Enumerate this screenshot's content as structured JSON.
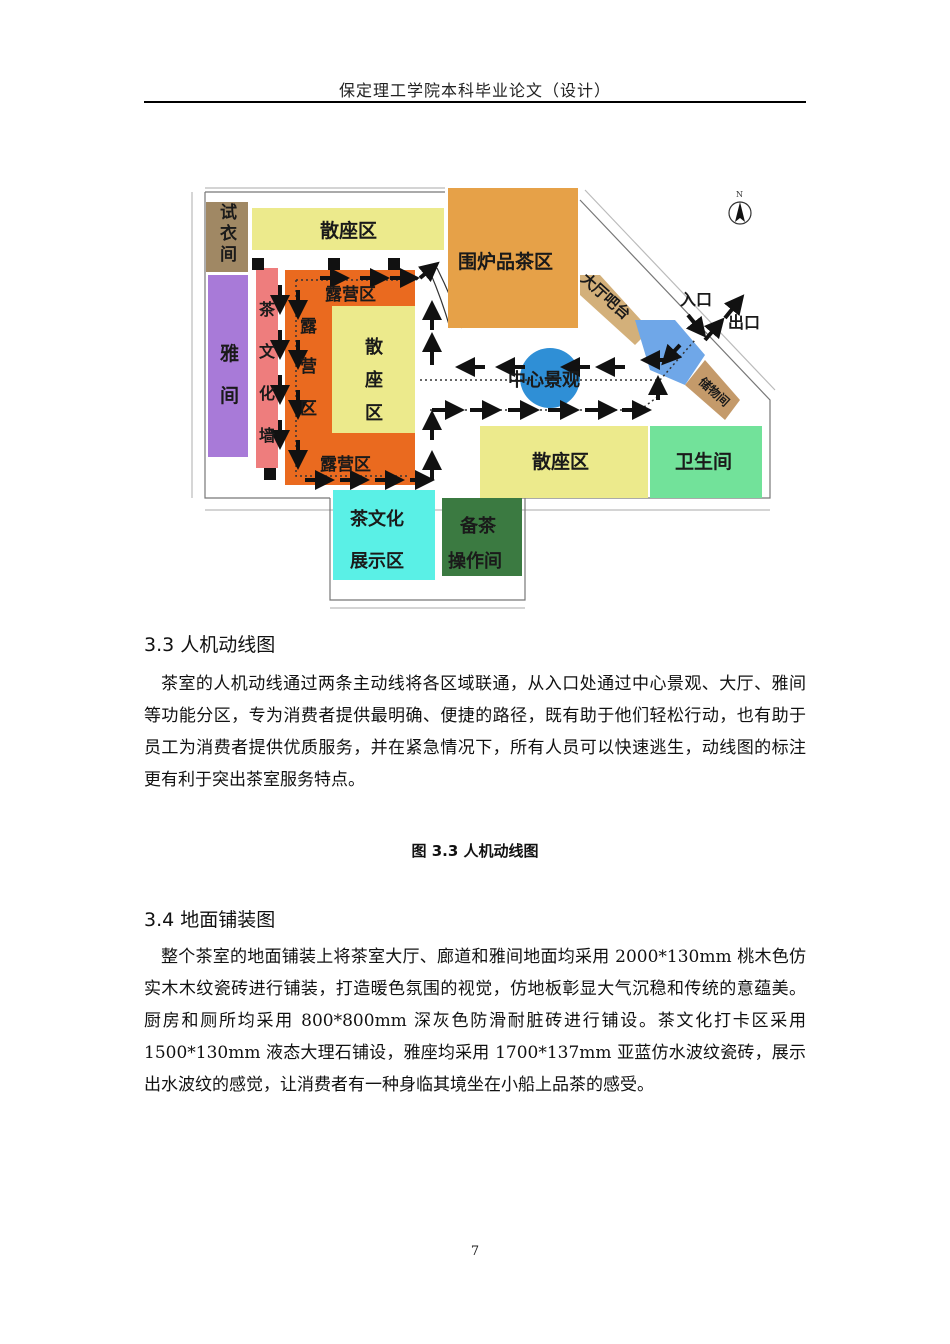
{
  "header": {
    "title": "保定理工学院本科毕业论文（设计）"
  },
  "figure": {
    "compass_letter": "N",
    "areas": {
      "fitting_room": [
        "试",
        "衣",
        "间"
      ],
      "sanzuo_top": "散座区",
      "stove_tea": "围炉品茶区",
      "yajian": [
        "雅",
        "间"
      ],
      "tea_culture_wall": [
        "茶",
        "文",
        "化",
        "墙"
      ],
      "camp_top": "露营区",
      "camp_left": [
        "露",
        "营",
        "区"
      ],
      "sanzuo_center": [
        "散",
        "座",
        "区"
      ],
      "camp_bottom": "露营区",
      "hall_bar": "大厅吧台",
      "entrance": "入口",
      "exit": "出口",
      "central_landscape": "中心景观",
      "storage": "储物间",
      "sanzuo_right": "散座区",
      "restroom": "卫生间",
      "tea_display": [
        "茶文化",
        "展示区"
      ],
      "tea_prep": [
        "备茶",
        "操作间"
      ]
    }
  },
  "section_33": {
    "heading": "3.3  人机动线图",
    "paragraph": "茶室的人机动线通过两条主动线将各区域联通，从入口处通过中心景观、大厅、雅间等功能分区，专为消费者提供最明确、便捷的路径，既有助于他们轻松行动，也有助于员工为消费者提供优质服务，并在紧急情况下，所有人员可以快速逃生，动线图的标注更有利于突出茶室服务特点。"
  },
  "figure_caption": "图 3.3  人机动线图",
  "section_34": {
    "heading": "3.4  地面铺装图",
    "paragraph": "整个茶室的地面铺装上将茶室大厅、廊道和雅间地面均采用 2000*130mm 桃木色仿实木木纹瓷砖进行铺装，打造暖色氛围的视觉，仿地板彰显大气沉稳和传统的意蕴美。厨房和厕所均采用 800*800mm 深灰色防滑耐脏砖进行铺设。茶文化打卡区采用 1500*130mm 液态大理石铺设，雅座均采用 1700*137mm 亚蓝仿水波纹瓷砖，展示出水波纹的感觉，让消费者有一种身临其境坐在小船上品茶的感受。"
  },
  "page_number": "7"
}
